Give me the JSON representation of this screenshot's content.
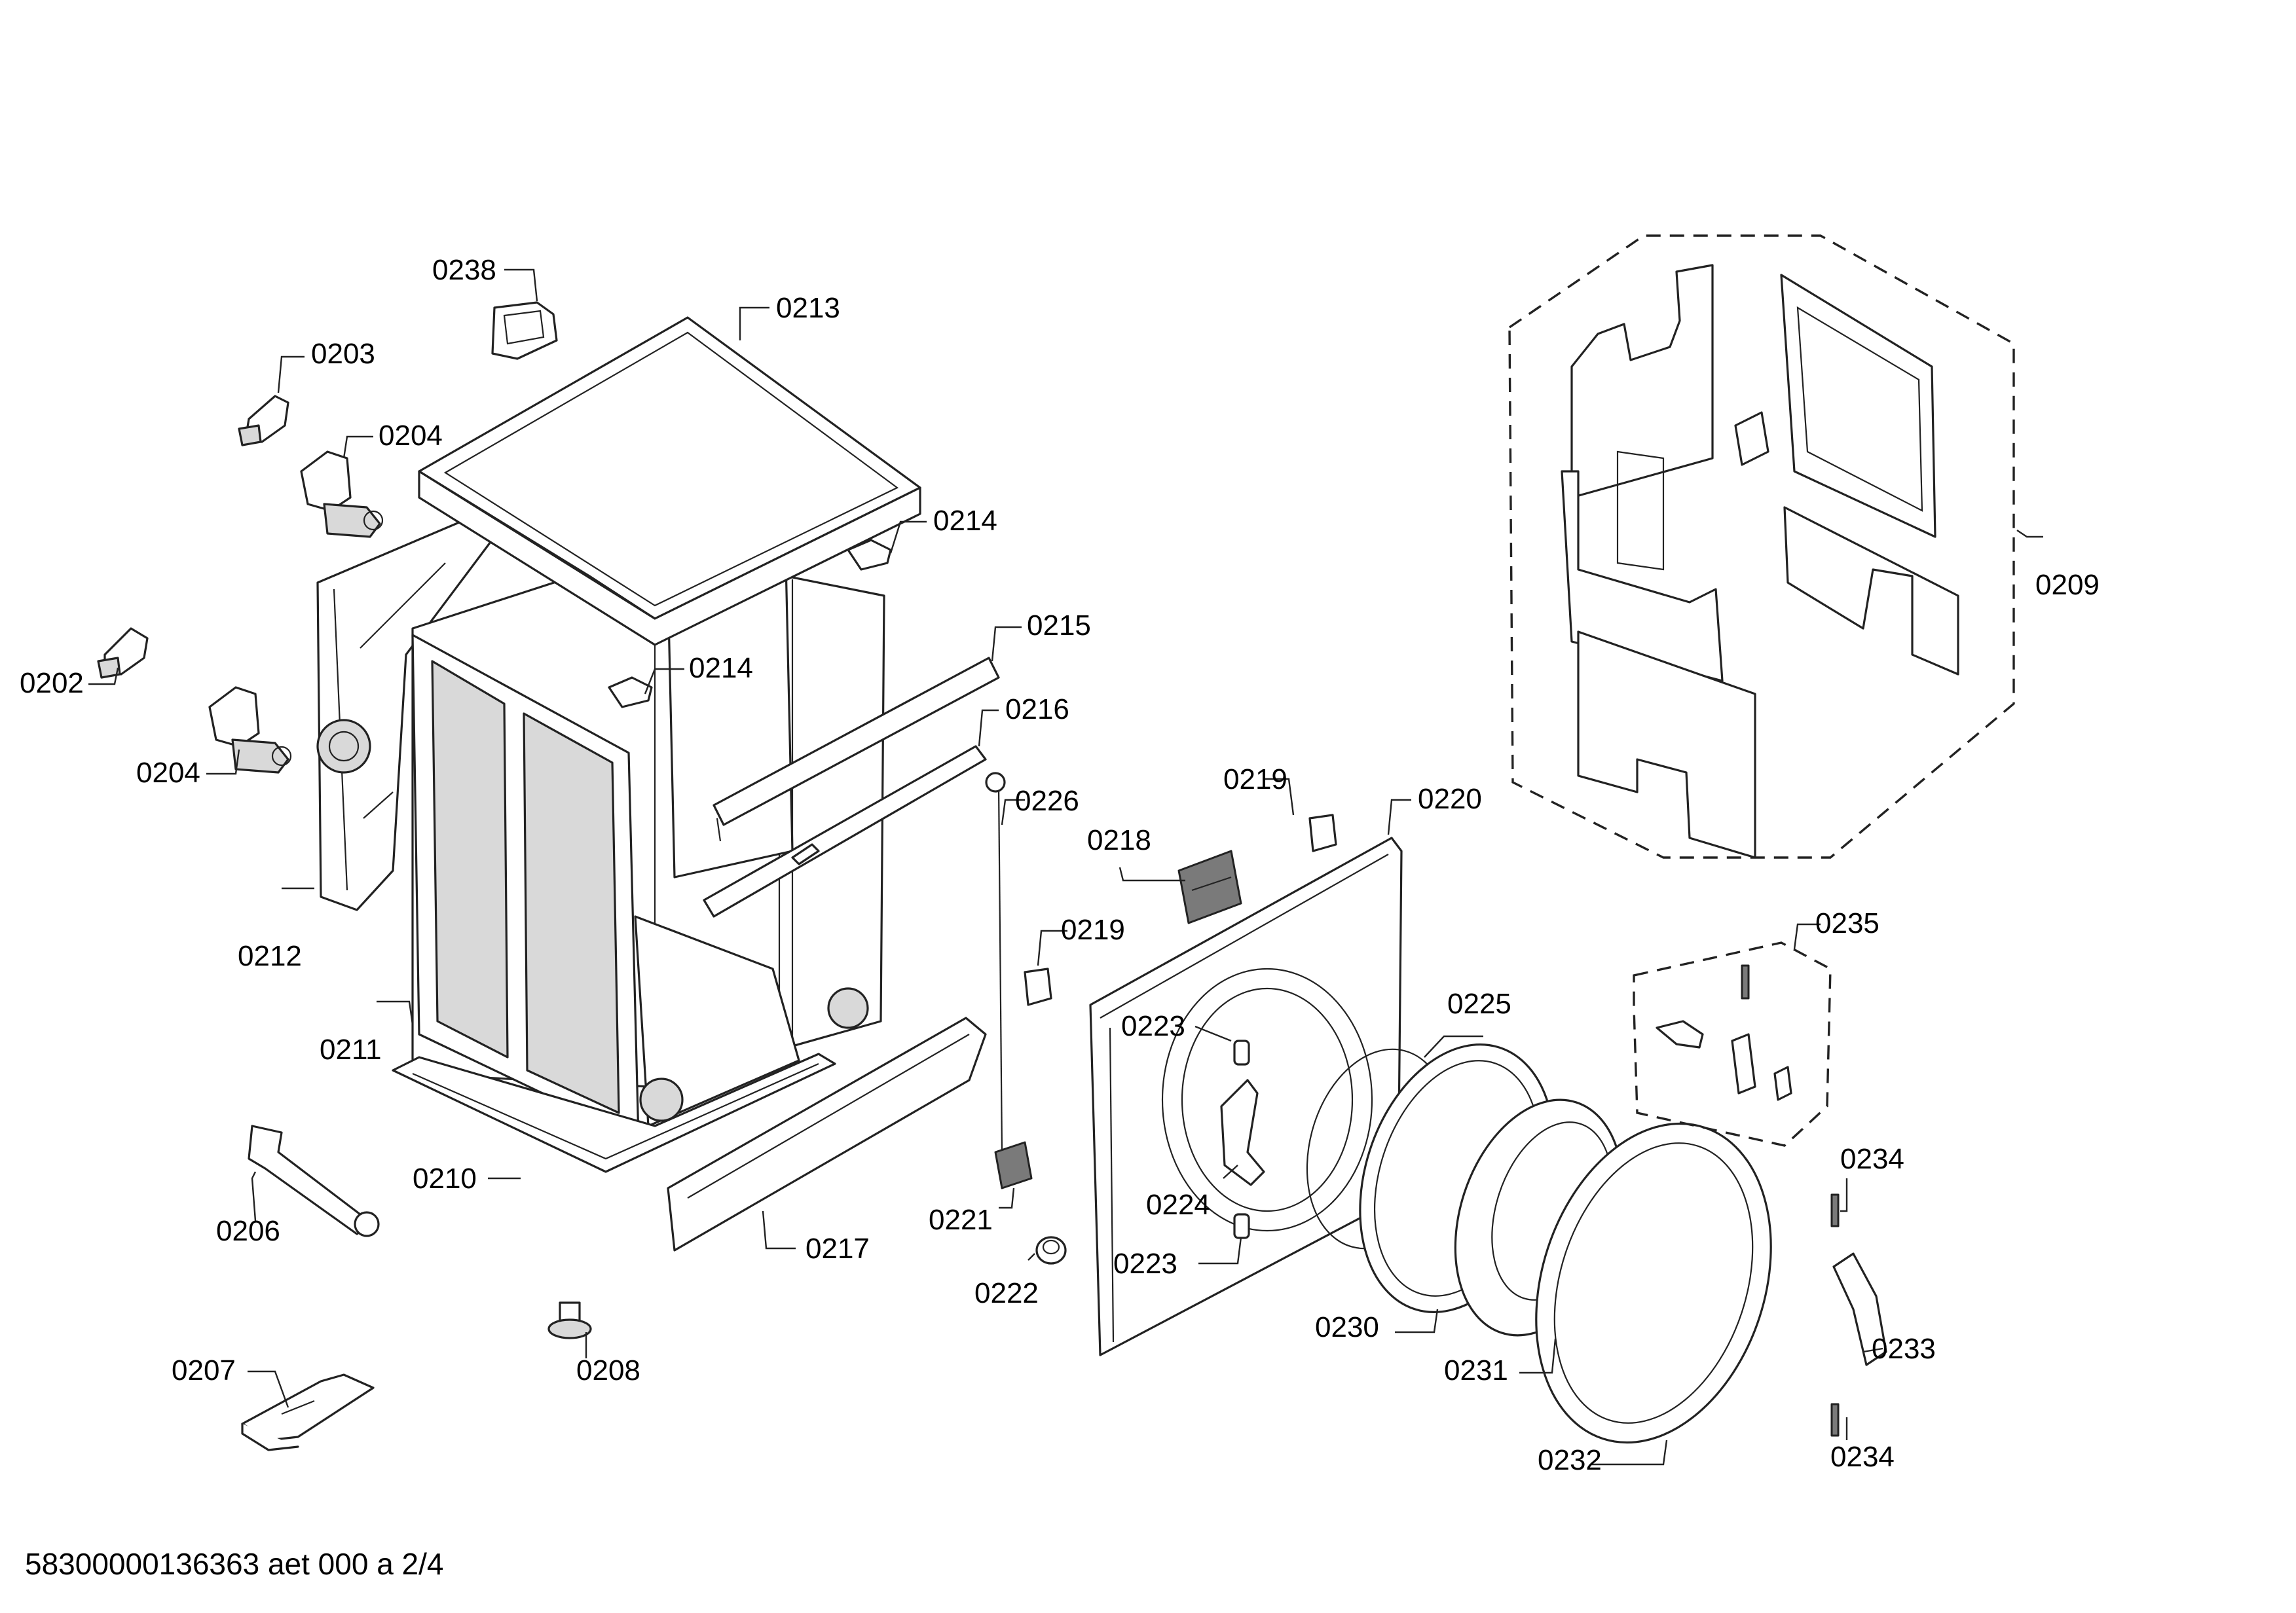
{
  "drawing": {
    "footer": "58300000136363 aet 000 a 2/4",
    "callouts": {
      "c0238": "0238",
      "c0213": "0213",
      "c0203": "0203",
      "c0204a": "0204",
      "c0214a": "0214",
      "c0202": "0202",
      "c0214b": "0214",
      "c0215": "0215",
      "c0204b": "0204",
      "c0216": "0216",
      "c0226": "0226",
      "c0212": "0212",
      "c0211": "0211",
      "c0210": "0210",
      "c0206": "0206",
      "c0217": "0217",
      "c0207": "0207",
      "c0208": "0208",
      "c0219a": "0219",
      "c0220": "0220",
      "c0218": "0218",
      "c0219b": "0219",
      "c0223a": "0223",
      "c0224": "0224",
      "c0223b": "0223",
      "c0221": "0221",
      "c0222": "0222",
      "c0225": "0225",
      "c0230": "0230",
      "c0231": "0231",
      "c0232": "0232",
      "c0209": "0209",
      "c0235": "0235",
      "c0234a": "0234",
      "c0233": "0233",
      "c0234b": "0234"
    }
  }
}
